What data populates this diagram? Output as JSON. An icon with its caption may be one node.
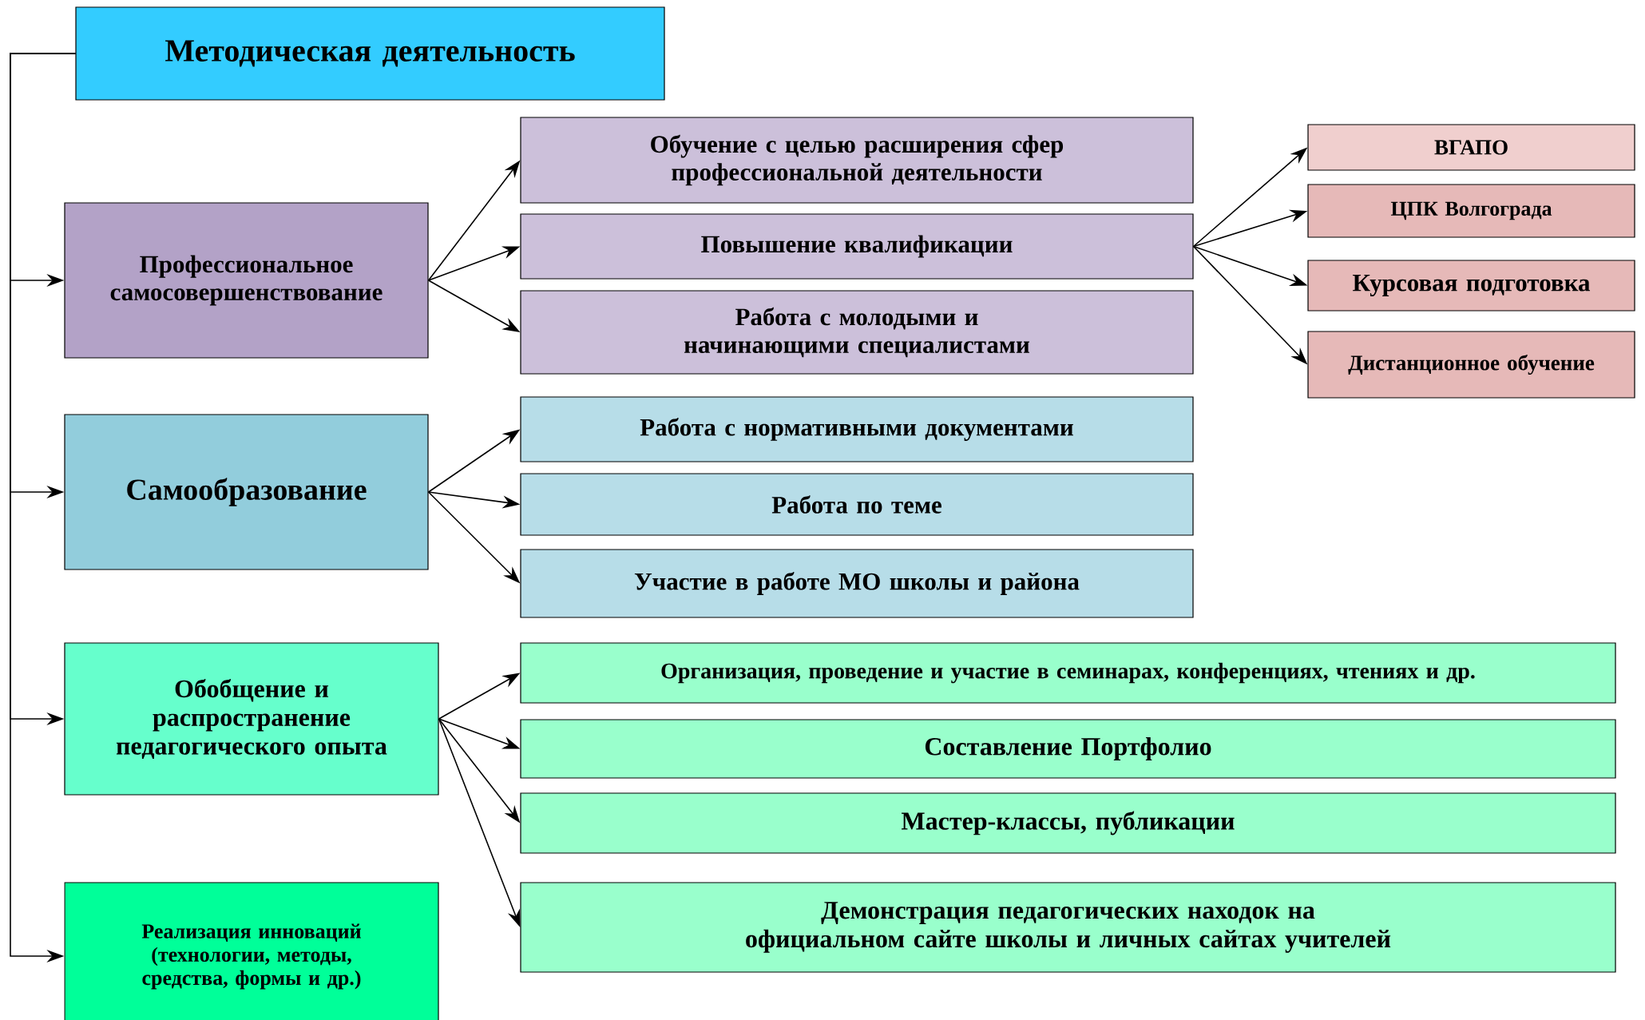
{
  "diagram": {
    "nodes": [
      {
        "text": [
          "Методическая деятельность"
        ]
      },
      {
        "text": [
          "Профессиональное самосовершенствование"
        ]
      },
      {
        "text": [
          "Обучение с целью расширения сфер профессиональной деятельности"
        ]
      },
      {
        "text": [
          "Повышение квалификации"
        ]
      },
      {
        "text": [
          "Работа с молодыми и начинающими специалистами"
        ]
      },
      {
        "text": [
          "ВГАПО"
        ]
      },
      {
        "text": [
          "ЦПК  Волгограда"
        ]
      },
      {
        "text": [
          "Курсовая подготовка"
        ]
      },
      {
        "text": [
          "Дистанционное обучение"
        ]
      },
      {
        "text": [
          "Самообразование"
        ]
      },
      {
        "text": [
          "Работа с нормативными документами"
        ]
      },
      {
        "text": [
          "Работа по теме"
        ]
      },
      {
        "text": [
          "Участие в работе МО школы и района"
        ]
      },
      {
        "text": [
          "Обобщение и распространение педагогического опыта"
        ]
      },
      {
        "text": [
          "Организация, проведение и участие в семинарах, конференциях, чтениях и др."
        ]
      },
      {
        "text": [
          "Составление Портфолио"
        ]
      },
      {
        "text": [
          "Мастер-классы, публикации"
        ]
      },
      {
        "text": [
          "Демонстрация педагогических находок на официальном сайте школы и личных сайтах учителей"
        ]
      },
      {
        "text": [
          "Реализация инноваций (технологии, методы, средства, формы и др.)"
        ]
      }
    ],
    "edges": [
      {
        "from": 0,
        "to": 1,
        "arrow": "to"
      },
      {
        "from": 0,
        "to": 9,
        "arrow": "to"
      },
      {
        "from": 0,
        "to": 13,
        "arrow": "to"
      },
      {
        "from": 0,
        "to": 18,
        "arrow": "to"
      },
      {
        "from": 1,
        "to": 2,
        "arrow": "to"
      },
      {
        "from": 1,
        "to": 3,
        "arrow": "to"
      },
      {
        "from": 1,
        "to": 4,
        "arrow": "to"
      },
      {
        "from": 3,
        "to": 5,
        "arrow": "to"
      },
      {
        "from": 3,
        "to": 6,
        "arrow": "to"
      },
      {
        "from": 3,
        "to": 7,
        "arrow": "to"
      },
      {
        "from": 3,
        "to": 8,
        "arrow": "to"
      },
      {
        "from": 9,
        "to": 10,
        "arrow": "to"
      },
      {
        "from": 9,
        "to": 11,
        "arrow": "to"
      },
      {
        "from": 9,
        "to": 12,
        "arrow": "to"
      },
      {
        "from": 13,
        "to": 14,
        "arrow": "to"
      },
      {
        "from": 13,
        "to": 15,
        "arrow": "to"
      },
      {
        "from": 13,
        "to": 16,
        "arrow": "to"
      },
      {
        "from": 13,
        "to": 17,
        "arrow": "to"
      }
    ]
  }
}
